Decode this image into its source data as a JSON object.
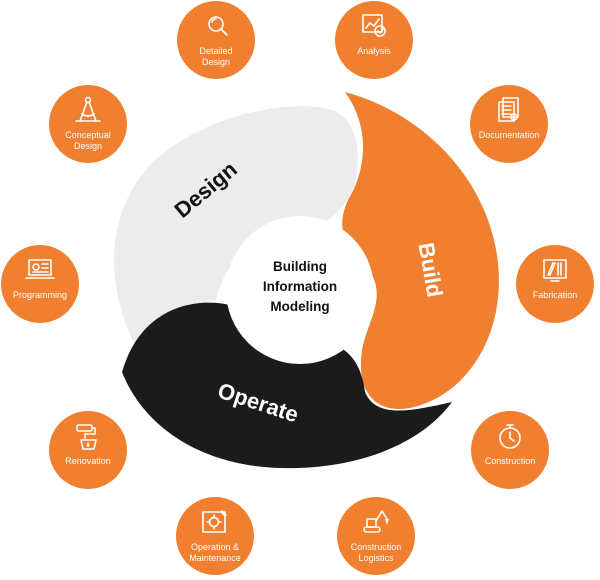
{
  "colors": {
    "accent": "#F08030",
    "dark": "#1B1B1B",
    "light": "#ECECEC",
    "white": "#FFFFFF"
  },
  "center": {
    "lines": [
      "Building",
      "Information",
      "Modeling"
    ]
  },
  "segments": {
    "design": "Design",
    "build": "Build",
    "operate": "Operate"
  },
  "nodes": [
    {
      "id": "detailed-design",
      "icon": "magnifier-icon",
      "lines": [
        "Detailed",
        "Design"
      ]
    },
    {
      "id": "analysis",
      "icon": "analysis-chart-icon",
      "lines": [
        "Analysis"
      ]
    },
    {
      "id": "documentation",
      "icon": "documents-icon",
      "lines": [
        "Documentation"
      ]
    },
    {
      "id": "fabrication",
      "icon": "fabrication-tools-icon",
      "lines": [
        "Fabrication"
      ]
    },
    {
      "id": "construction",
      "icon": "stopwatch-icon",
      "lines": [
        "Construction"
      ]
    },
    {
      "id": "construction-logistics",
      "icon": "excavator-icon",
      "lines": [
        "Construction",
        "Logistics"
      ]
    },
    {
      "id": "operation-maintenance",
      "icon": "gear-plan-icon",
      "lines": [
        "Operation &",
        "Maintenance"
      ]
    },
    {
      "id": "renovation",
      "icon": "paint-roller-icon",
      "lines": [
        "Renovation"
      ]
    },
    {
      "id": "programming",
      "icon": "laptop-plan-icon",
      "lines": [
        "Programming"
      ]
    },
    {
      "id": "conceptual-design",
      "icon": "drafting-compass-icon",
      "lines": [
        "Conceptual",
        "Design"
      ]
    }
  ]
}
